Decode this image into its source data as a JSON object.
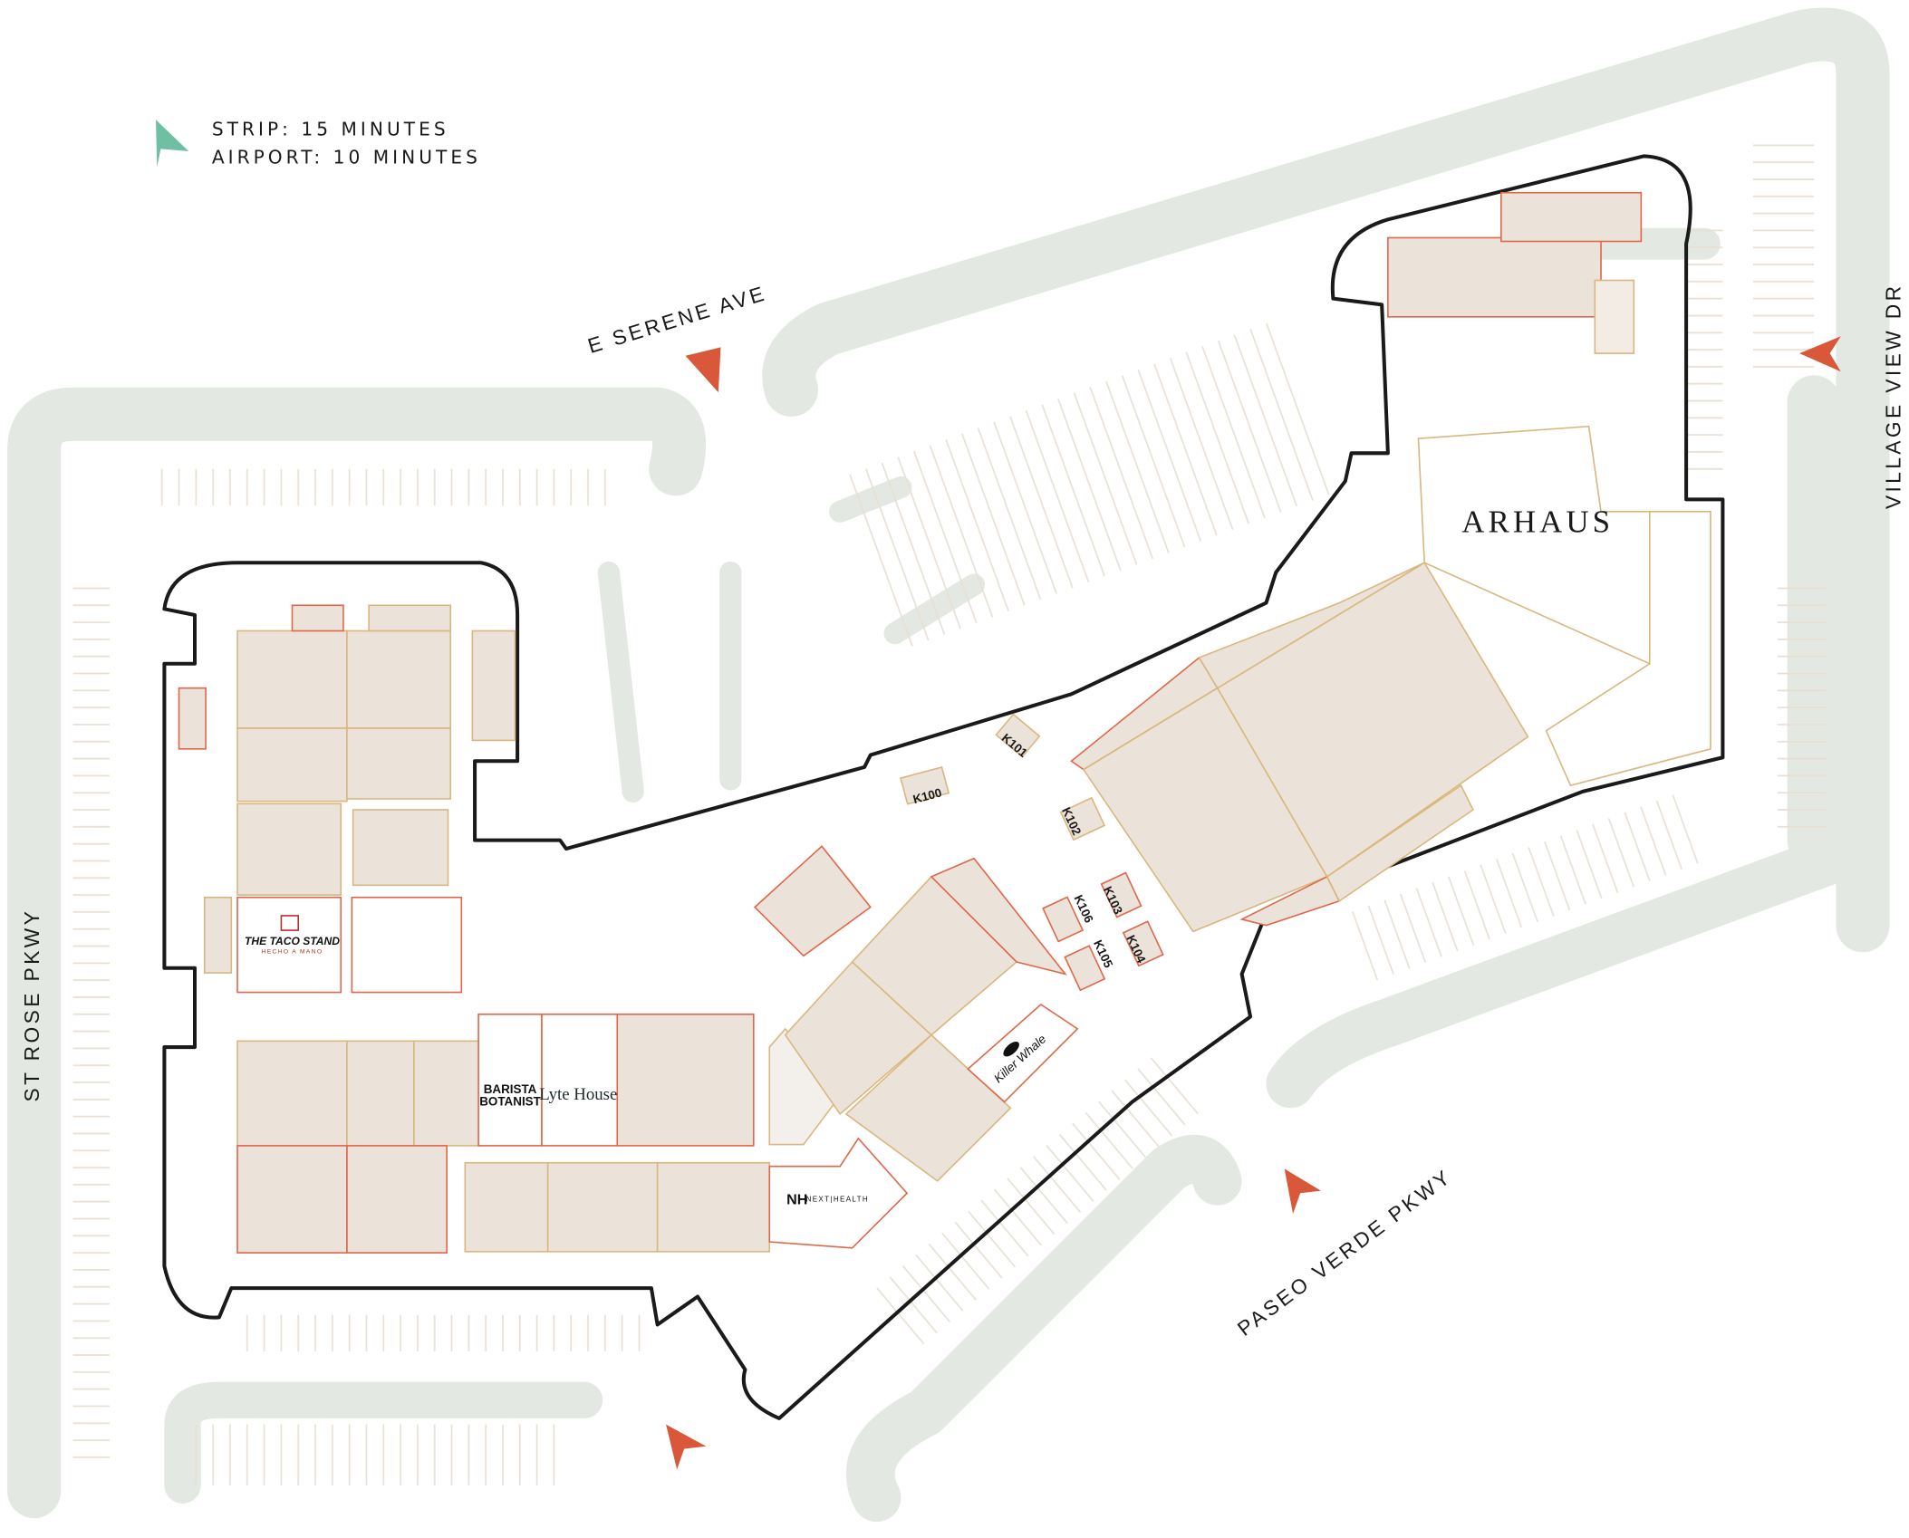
{
  "legend": {
    "icon": "north-arrow-icon",
    "lines": [
      "STRIP: 15 MINUTES",
      "AIRPORT: 10 MINUTES"
    ]
  },
  "streets": {
    "north": "E SERENE AVE",
    "east": "VILLAGE VIEW DR",
    "west": "ST ROSE PKWY",
    "south": "PASEO VERDE PKWY"
  },
  "anchor": {
    "name": "ARHAUS"
  },
  "tenants": {
    "taco_stand": {
      "name": "THE TACO STAND",
      "tagline": "HECHO A MANO"
    },
    "barista": {
      "line1": "BARISTA",
      "line2": "BOTANIST"
    },
    "lyte": {
      "name": "Lyte House"
    },
    "next_health": {
      "mark": "NH",
      "name": "NEXT|HEALTH"
    },
    "killer_whale": {
      "name": "Killer Whale"
    }
  },
  "kiosks": [
    "K100",
    "K101",
    "K102",
    "K103",
    "K104",
    "K105",
    "K106"
  ],
  "colors": {
    "road": "#e3e9e2",
    "store_fill": "#ebe3d9",
    "available_outline": "#e0674a",
    "leased_outline": "#d9b77f",
    "building_outline": "#1a1a1a",
    "entrance_arrow": "#d9583a",
    "north_arrow": "#6fbfa2"
  }
}
